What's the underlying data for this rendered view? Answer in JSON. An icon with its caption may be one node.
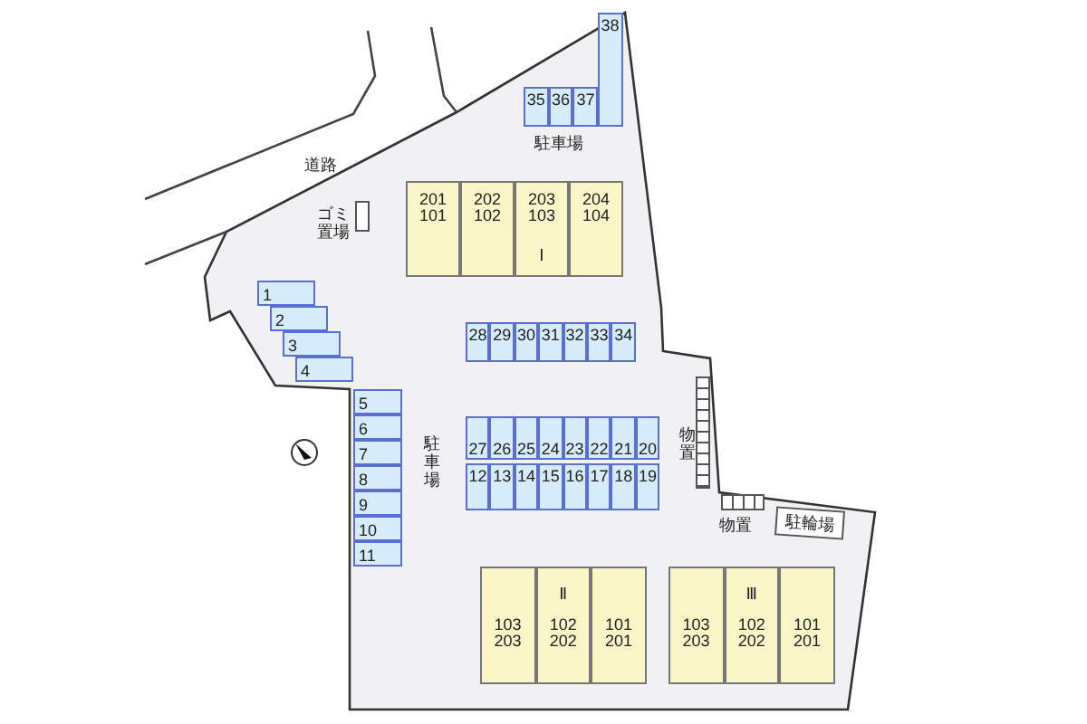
{
  "diagram": {
    "nodes": [
      {
        "text": [
          "35"
        ]
      },
      {
        "text": [
          "36"
        ]
      },
      {
        "text": [
          "37"
        ]
      },
      {
        "text": [
          "38"
        ]
      },
      {
        "text": [],
        "shape": "box",
        "beside": [
          "ゴミ置場"
        ]
      },
      {
        "text": [
          "201 101"
        ]
      },
      {
        "text": [
          "202 102"
        ]
      },
      {
        "text": [
          "203 103",
          "Ⅰ"
        ]
      },
      {
        "text": [
          "204 104"
        ]
      },
      {
        "text": [
          "1"
        ]
      },
      {
        "text": [
          "2"
        ]
      },
      {
        "text": [
          "3"
        ]
      },
      {
        "text": [
          "4"
        ]
      },
      {
        "text": [
          "28"
        ]
      },
      {
        "text": [
          "29"
        ]
      },
      {
        "text": [
          "30"
        ]
      },
      {
        "text": [
          "31"
        ]
      },
      {
        "text": [
          "32"
        ]
      },
      {
        "text": [
          "33"
        ]
      },
      {
        "text": [
          "34"
        ]
      },
      {
        "text": [
          "5"
        ]
      },
      {
        "text": [
          "6"
        ]
      },
      {
        "text": [
          "7"
        ]
      },
      {
        "text": [
          "8"
        ]
      },
      {
        "text": [
          "9"
        ]
      },
      {
        "text": [
          "10"
        ]
      },
      {
        "text": [
          "11"
        ]
      },
      {
        "text": [
          "27"
        ]
      },
      {
        "text": [
          "26"
        ]
      },
      {
        "text": [
          "25"
        ]
      },
      {
        "text": [
          "24"
        ]
      },
      {
        "text": [
          "23"
        ]
      },
      {
        "text": [
          "22"
        ]
      },
      {
        "text": [
          "21"
        ]
      },
      {
        "text": [
          "20"
        ]
      },
      {
        "text": [
          "12"
        ]
      },
      {
        "text": [
          "13"
        ]
      },
      {
        "text": [
          "14"
        ]
      },
      {
        "text": [
          "15"
        ]
      },
      {
        "text": [
          "16"
        ]
      },
      {
        "text": [
          "17"
        ]
      },
      {
        "text": [
          "18"
        ]
      },
      {
        "text": [
          "19"
        ]
      },
      {
        "text": [],
        "shape": "box",
        "beside": [
          "物置"
        ]
      },
      {
        "text": [],
        "shape": "box",
        "beside": [
          "物置"
        ]
      },
      {
        "text": [
          "駐輪場"
        ]
      },
      {
        "text": [
          "103 203"
        ]
      },
      {
        "text": [
          "Ⅱ",
          "102 202"
        ]
      },
      {
        "text": [
          "101 201"
        ]
      },
      {
        "text": [
          "103 203"
        ]
      },
      {
        "text": [
          "Ⅲ",
          "102 202"
        ]
      },
      {
        "text": [
          "101 201"
        ]
      }
    ],
    "labels": [
      "道路",
      "駐車場",
      "駐車場"
    ]
  }
}
